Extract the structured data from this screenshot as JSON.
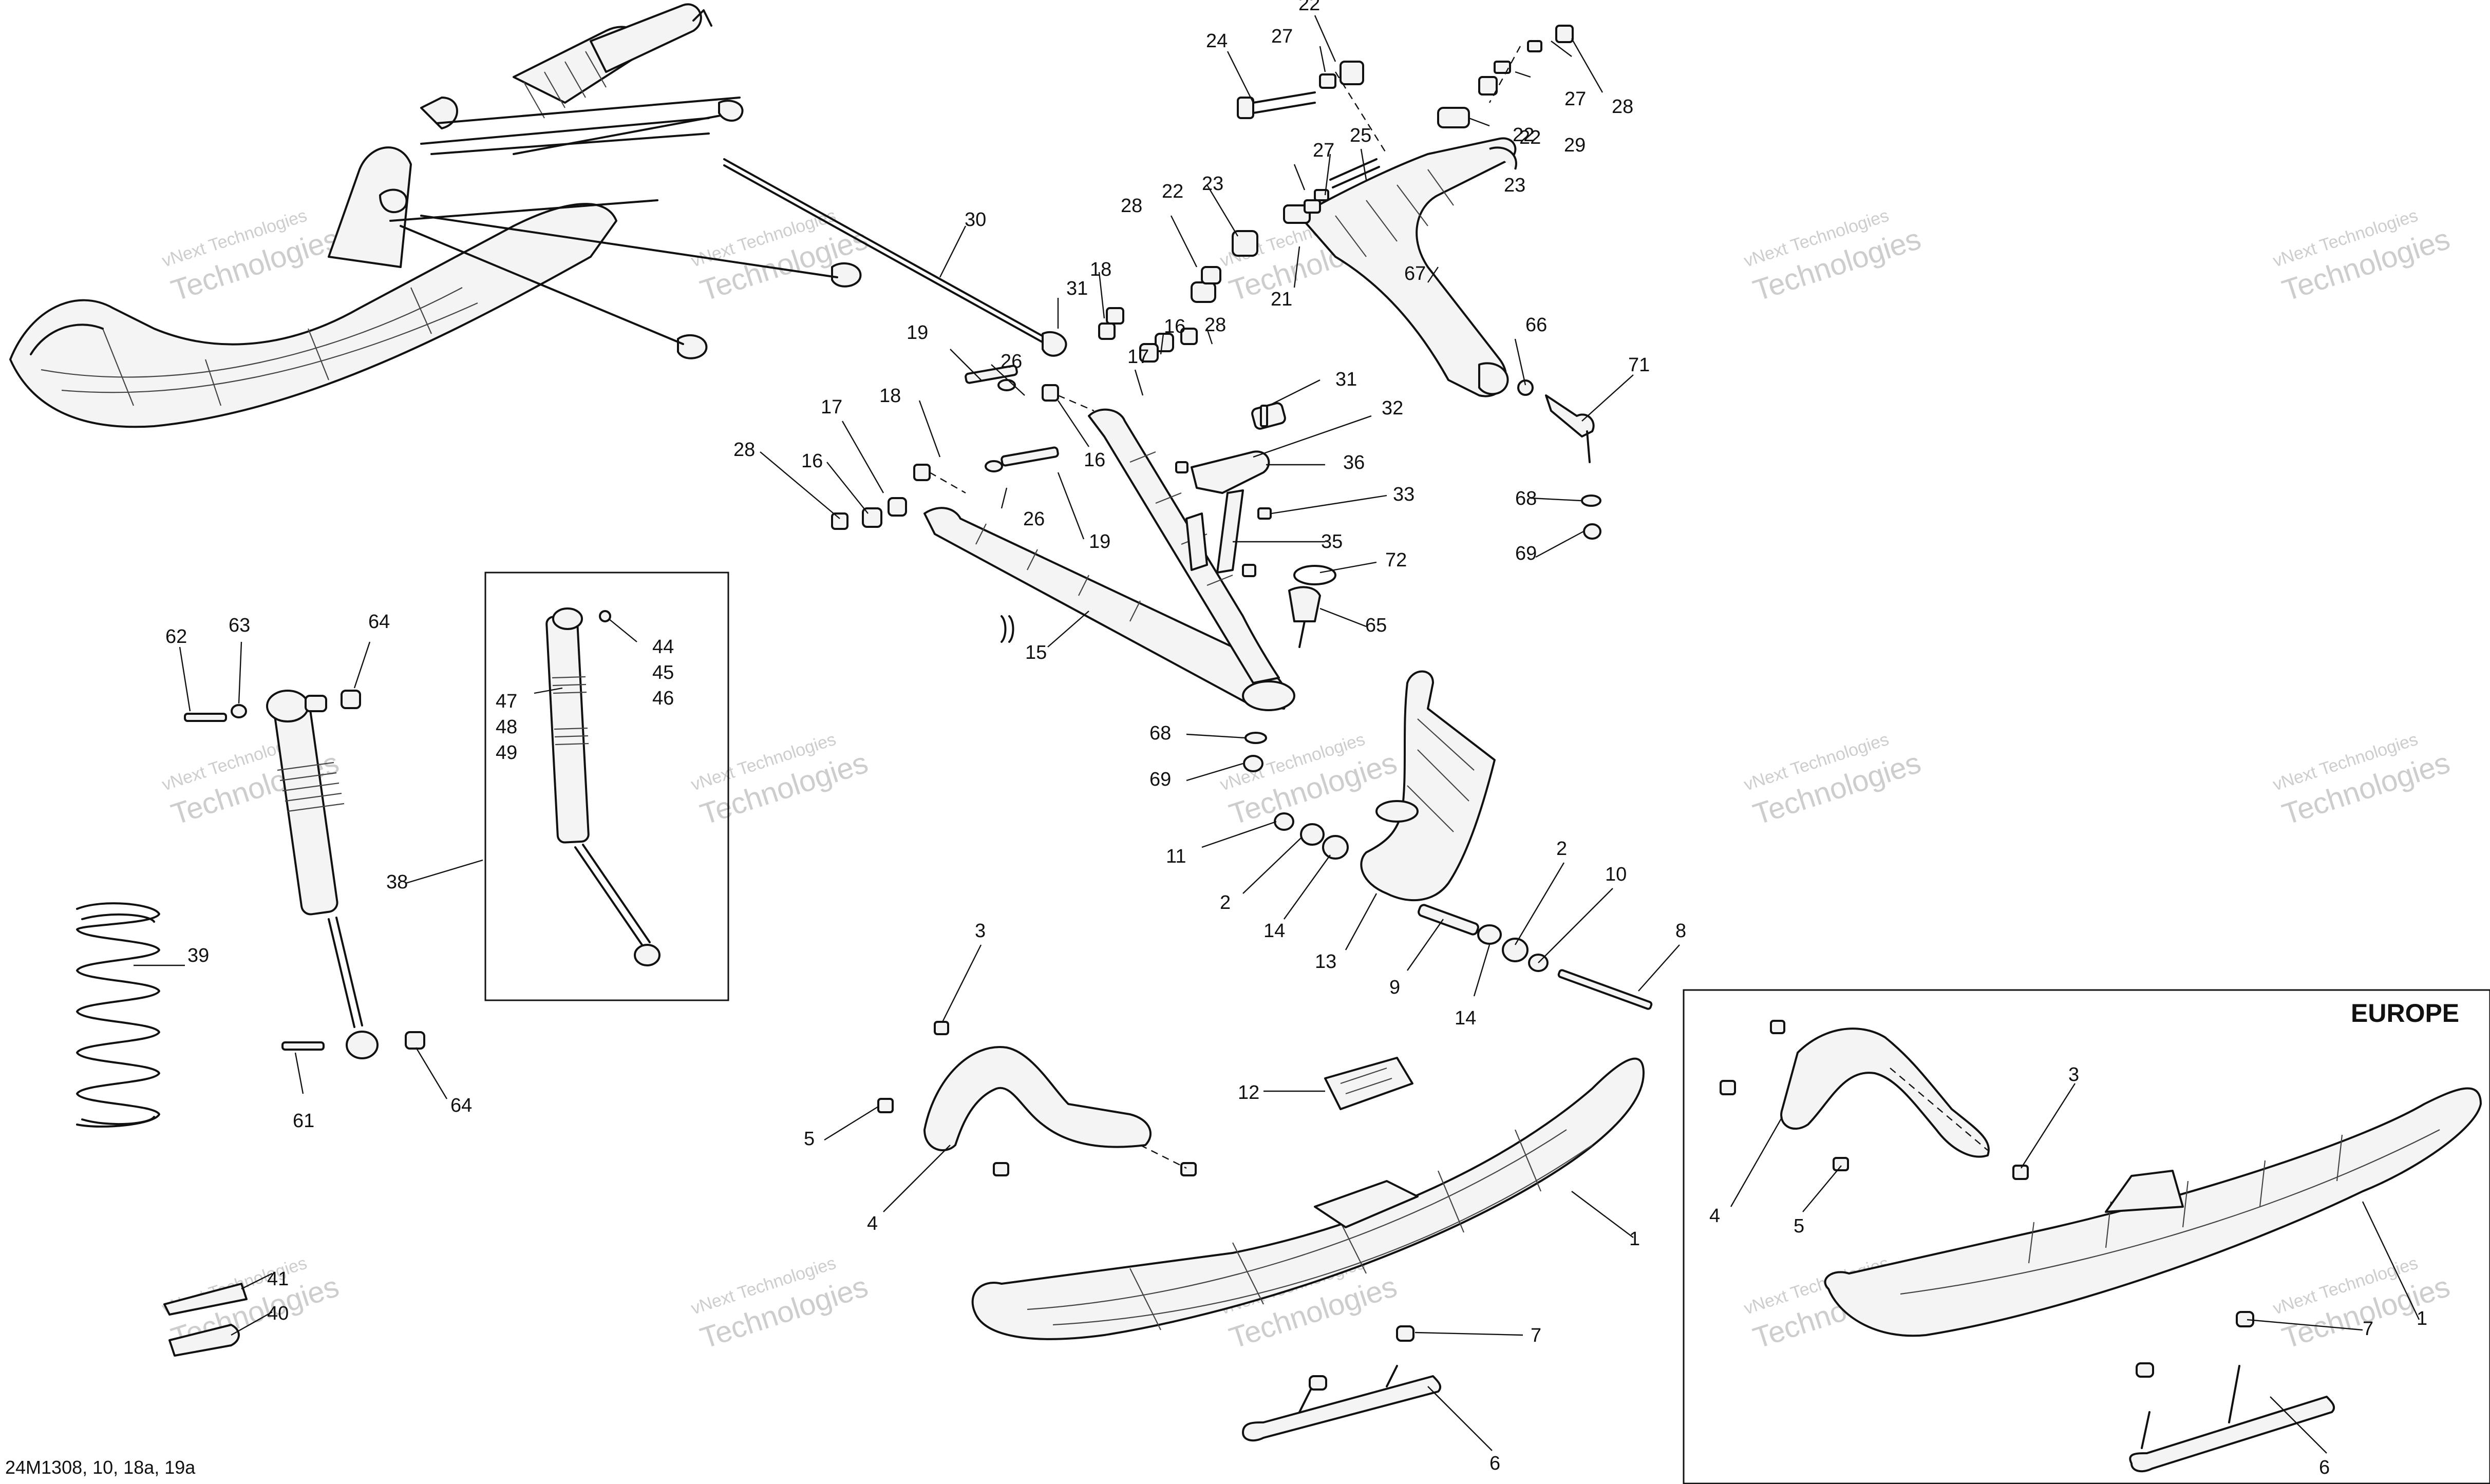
{
  "diagram": {
    "reference": "24M1308, 10, 18a, 19a",
    "region_label": "EUROPE",
    "watermark": {
      "line1": "vNext Technologies",
      "line2": "Technologies"
    },
    "callouts": [
      {
        "id": "c22a",
        "text": "22"
      },
      {
        "id": "c24",
        "text": "24"
      },
      {
        "id": "c27a",
        "text": "27"
      },
      {
        "id": "c22b",
        "text": "22"
      },
      {
        "id": "c27b",
        "text": "27"
      },
      {
        "id": "c28a",
        "text": "28"
      },
      {
        "id": "c25",
        "text": "25"
      },
      {
        "id": "c22c",
        "text": "22"
      },
      {
        "id": "c29",
        "text": "29"
      },
      {
        "id": "c27c",
        "text": "27"
      },
      {
        "id": "c23a",
        "text": "23"
      },
      {
        "id": "c22d",
        "text": "22"
      },
      {
        "id": "c23b",
        "text": "23"
      },
      {
        "id": "c28b",
        "text": "28"
      },
      {
        "id": "c30",
        "text": "30"
      },
      {
        "id": "c21",
        "text": "21"
      },
      {
        "id": "c67",
        "text": "67"
      },
      {
        "id": "c18a",
        "text": "18"
      },
      {
        "id": "c31a",
        "text": "31"
      },
      {
        "id": "c16a",
        "text": "16"
      },
      {
        "id": "c28c",
        "text": "28"
      },
      {
        "id": "c66",
        "text": "66"
      },
      {
        "id": "c19a",
        "text": "19"
      },
      {
        "id": "c26a",
        "text": "26"
      },
      {
        "id": "c17a",
        "text": "17"
      },
      {
        "id": "c71",
        "text": "71"
      },
      {
        "id": "c31b",
        "text": "31"
      },
      {
        "id": "c18b",
        "text": "18"
      },
      {
        "id": "c17b",
        "text": "17"
      },
      {
        "id": "c32",
        "text": "32"
      },
      {
        "id": "c28d",
        "text": "28"
      },
      {
        "id": "c16b",
        "text": "16"
      },
      {
        "id": "c16c",
        "text": "16"
      },
      {
        "id": "c36",
        "text": "36"
      },
      {
        "id": "c33",
        "text": "33"
      },
      {
        "id": "c68a",
        "text": "68"
      },
      {
        "id": "c26b",
        "text": "26"
      },
      {
        "id": "c19b",
        "text": "19"
      },
      {
        "id": "c35",
        "text": "35"
      },
      {
        "id": "c69a",
        "text": "69"
      },
      {
        "id": "c72",
        "text": "72"
      },
      {
        "id": "c65",
        "text": "65"
      },
      {
        "id": "c15",
        "text": "15"
      },
      {
        "id": "c62",
        "text": "62"
      },
      {
        "id": "c63",
        "text": "63"
      },
      {
        "id": "c64a",
        "text": "64"
      },
      {
        "id": "c44",
        "text": "44"
      },
      {
        "id": "c45",
        "text": "45"
      },
      {
        "id": "c46",
        "text": "46"
      },
      {
        "id": "c47",
        "text": "47"
      },
      {
        "id": "c48",
        "text": "48"
      },
      {
        "id": "c49",
        "text": "49"
      },
      {
        "id": "c68b",
        "text": "68"
      },
      {
        "id": "c69b",
        "text": "69"
      },
      {
        "id": "c11",
        "text": "11"
      },
      {
        "id": "c2a",
        "text": "2"
      },
      {
        "id": "c2b",
        "text": "2"
      },
      {
        "id": "c10",
        "text": "10"
      },
      {
        "id": "c14a",
        "text": "14"
      },
      {
        "id": "c38",
        "text": "38"
      },
      {
        "id": "c39",
        "text": "39"
      },
      {
        "id": "c13",
        "text": "13"
      },
      {
        "id": "c8",
        "text": "8"
      },
      {
        "id": "c9",
        "text": "9"
      },
      {
        "id": "c14b",
        "text": "14"
      },
      {
        "id": "c3a",
        "text": "3"
      },
      {
        "id": "c61",
        "text": "61"
      },
      {
        "id": "c64b",
        "text": "64"
      },
      {
        "id": "c12",
        "text": "12"
      },
      {
        "id": "c5a",
        "text": "5"
      },
      {
        "id": "c4a",
        "text": "4"
      },
      {
        "id": "c1a",
        "text": "1"
      },
      {
        "id": "c41",
        "text": "41"
      },
      {
        "id": "c40",
        "text": "40"
      },
      {
        "id": "c7a",
        "text": "7"
      },
      {
        "id": "c6a",
        "text": "6"
      },
      {
        "id": "c3b",
        "text": "3"
      },
      {
        "id": "c4b",
        "text": "4"
      },
      {
        "id": "c5b",
        "text": "5"
      },
      {
        "id": "c1b",
        "text": "1"
      },
      {
        "id": "c7b",
        "text": "7"
      },
      {
        "id": "c6b",
        "text": "6"
      }
    ]
  }
}
